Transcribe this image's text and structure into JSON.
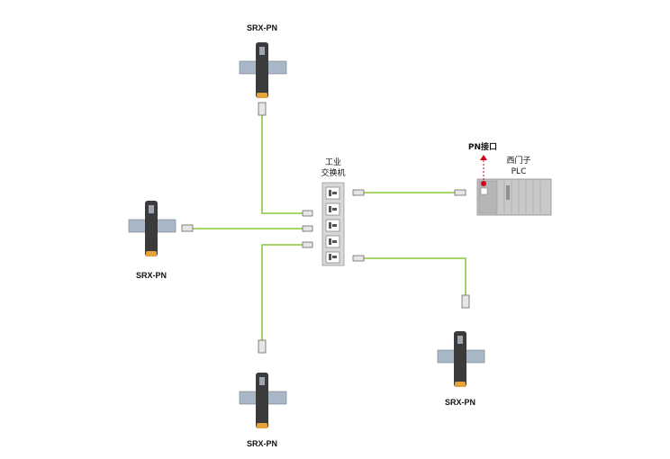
{
  "colors": {
    "cable": "#8cc63f",
    "device_body": "#3b3b3b",
    "device_tip": "#e8a23a",
    "rail": "#a9b7c6",
    "switch": "#d8d8d8",
    "plc": "#c9c9c9",
    "pn_port": "#d0021b"
  },
  "sensors": {
    "top": {
      "label": "SRX-PN",
      "icon": "sensor-icon"
    },
    "left": {
      "label": "SRX-PN",
      "icon": "sensor-icon"
    },
    "bottom": {
      "label": "SRX-PN",
      "icon": "sensor-icon"
    },
    "bottom_right": {
      "label": "SRX-PN",
      "icon": "sensor-icon"
    }
  },
  "switch": {
    "label_line1": "工业",
    "label_line2": "交换机",
    "icon": "ethernet-port-icon"
  },
  "plc": {
    "label_line1": "西门子",
    "label_line2": "PLC",
    "port_label": "PN接口",
    "icon": "plc-icon"
  }
}
